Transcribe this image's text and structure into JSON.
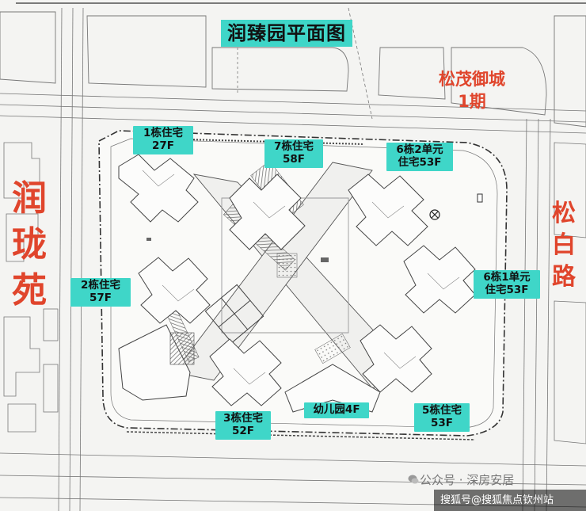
{
  "title": "润臻园平面图",
  "neighbors": {
    "west_project_chars": [
      "润",
      "珑",
      "苑"
    ],
    "northeast_project_line1": "松茂御城",
    "northeast_project_line2": "1期",
    "east_road_chars": [
      "松",
      "白",
      "路"
    ]
  },
  "buildings": [
    {
      "name": "1栋住宅",
      "floors": "27F"
    },
    {
      "name": "7栋住宅",
      "floors": "58F"
    },
    {
      "name": "6栋2单元",
      "name2": "住宅53F"
    },
    {
      "name": "2栋住宅",
      "floors": "57F"
    },
    {
      "name": "6栋1单元",
      "name2": "住宅53F"
    },
    {
      "name": "3栋住宅",
      "floors": "52F"
    },
    {
      "name": "幼儿园4F"
    },
    {
      "name": "5栋住宅",
      "floors": "53F"
    }
  ],
  "watermark": {
    "wechat": "公众号 · 深房安居",
    "sohu": "搜狐号@搜狐焦点钦州站"
  },
  "colors": {
    "label_bg": "#3fd6c8",
    "neighbor_text": "#e0452c",
    "linework": "#555555",
    "background": "#f4f4f2"
  }
}
